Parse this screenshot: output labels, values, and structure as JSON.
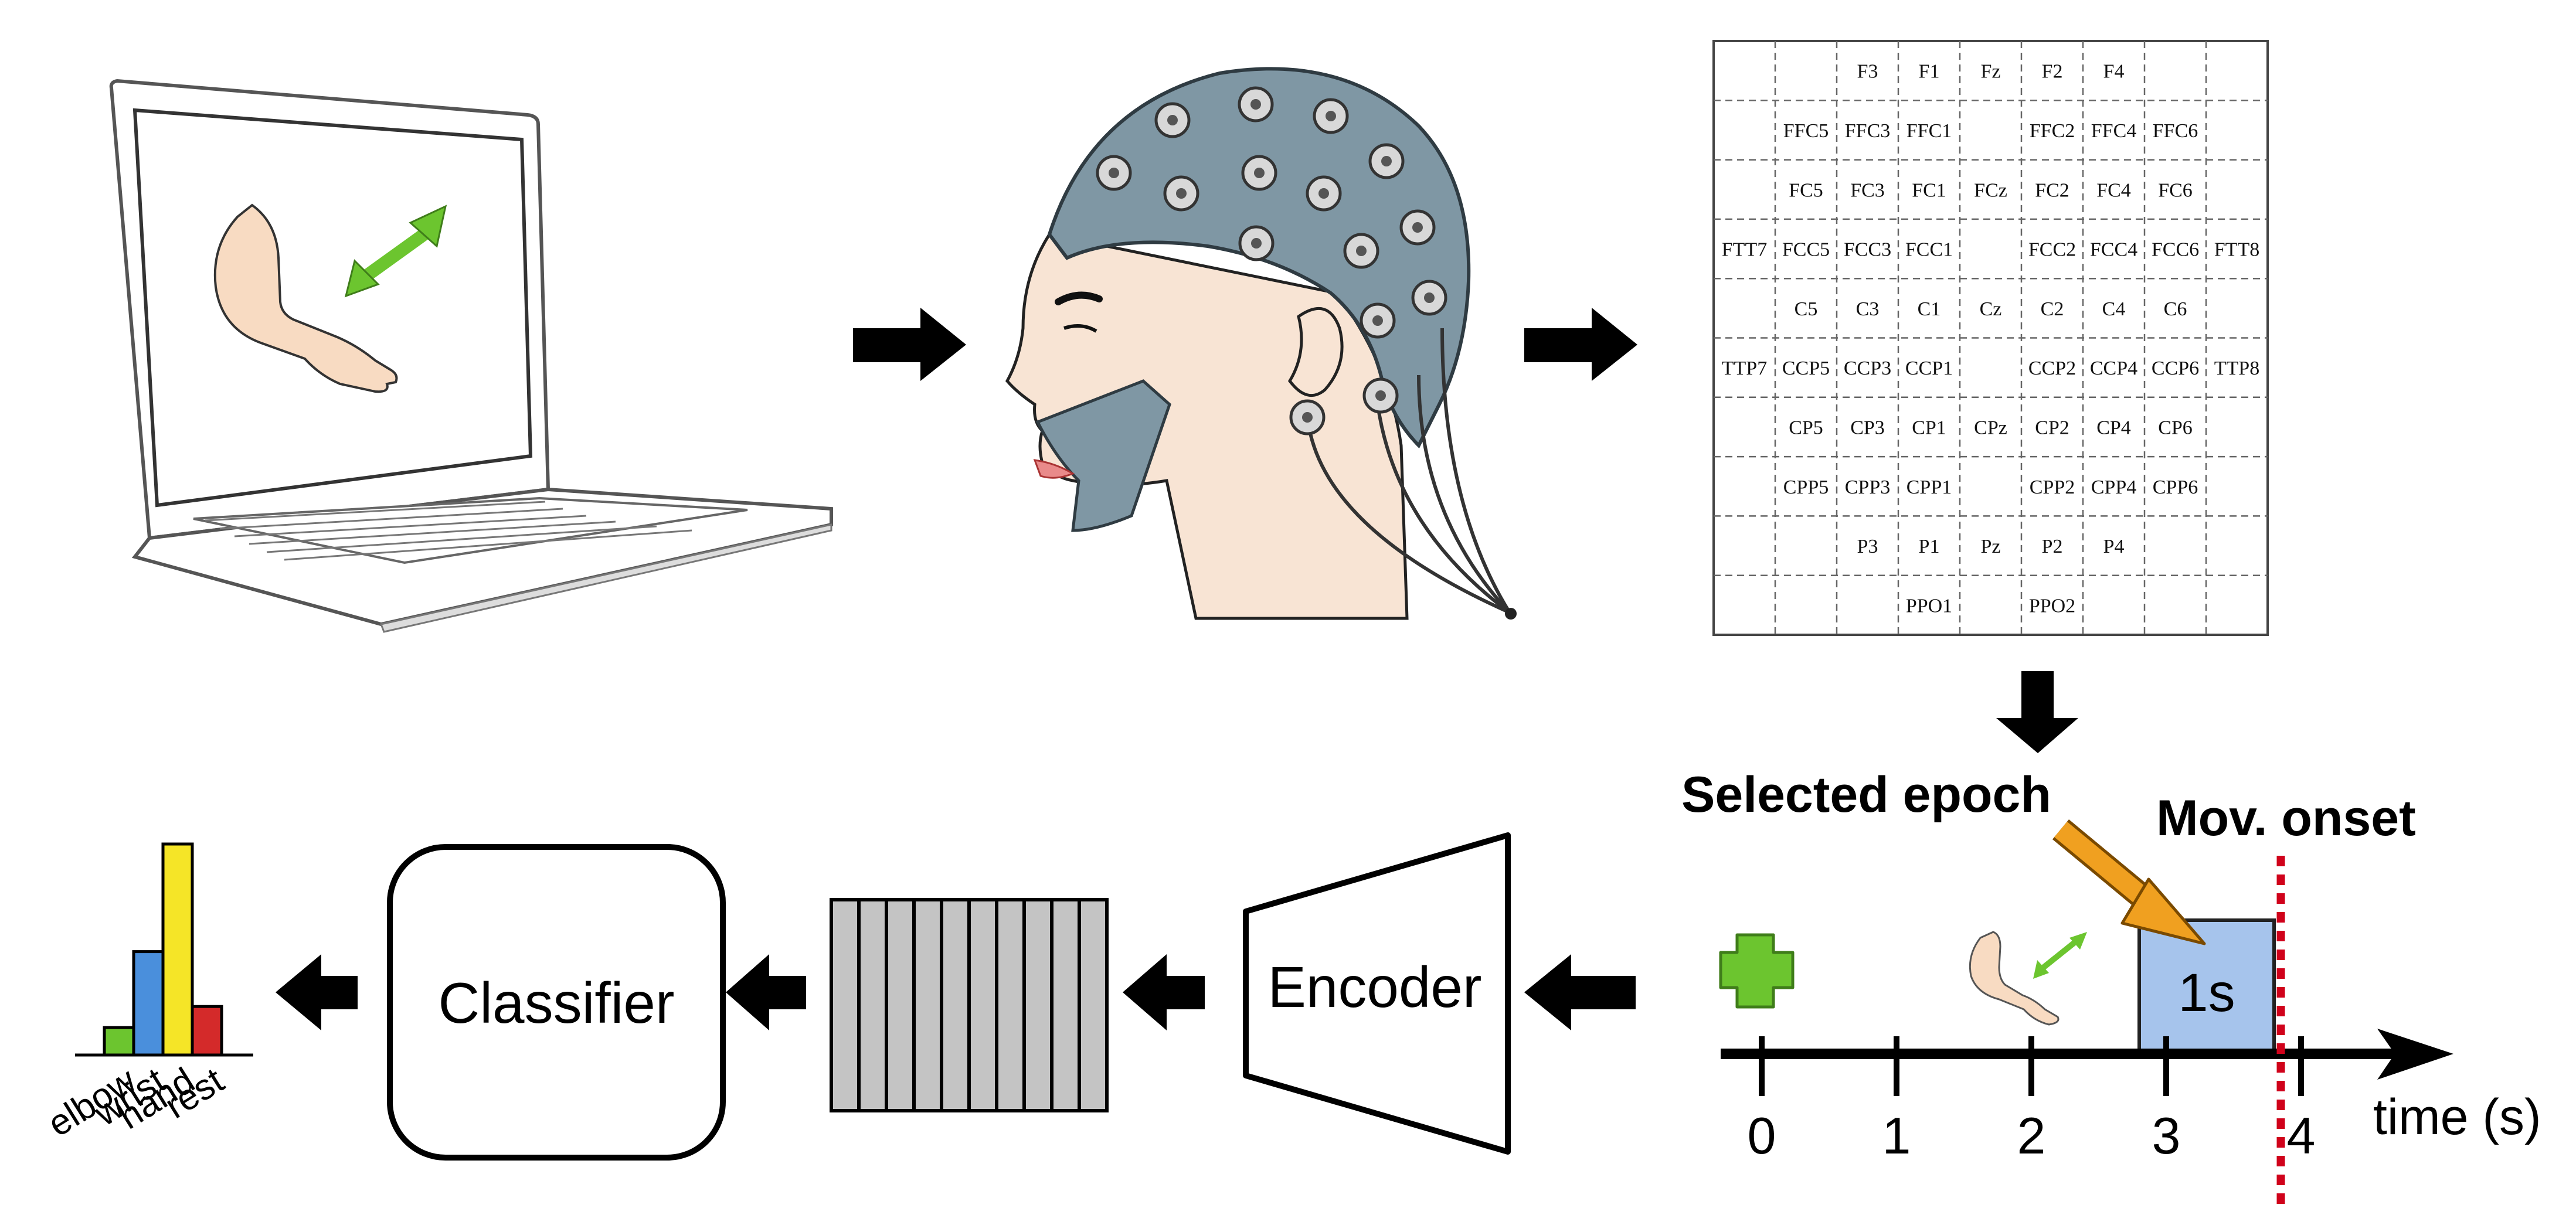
{
  "montage": {
    "rows": [
      [
        "",
        "",
        "F3",
        "F1",
        "Fz",
        "F2",
        "F4",
        "",
        ""
      ],
      [
        "",
        "FFC5",
        "FFC3",
        "FFC1",
        "",
        "FFC2",
        "FFC4",
        "FFC6",
        ""
      ],
      [
        "",
        "FC5",
        "FC3",
        "FC1",
        "FCz",
        "FC2",
        "FC4",
        "FC6",
        ""
      ],
      [
        "FTT7",
        "FCC5",
        "FCC3",
        "FCC1",
        "",
        "FCC2",
        "FCC4",
        "FCC6",
        "FTT8"
      ],
      [
        "",
        "C5",
        "C3",
        "C1",
        "Cz",
        "C2",
        "C4",
        "C6",
        ""
      ],
      [
        "TTP7",
        "CCP5",
        "CCP3",
        "CCP1",
        "",
        "CCP2",
        "CCP4",
        "CCP6",
        "TTP8"
      ],
      [
        "",
        "CP5",
        "CP3",
        "CP1",
        "CPz",
        "CP2",
        "CP4",
        "CP6",
        ""
      ],
      [
        "",
        "CPP5",
        "CPP3",
        "CPP1",
        "",
        "CPP2",
        "CPP4",
        "CPP6",
        ""
      ],
      [
        "",
        "",
        "P3",
        "P1",
        "Pz",
        "P2",
        "P4",
        "",
        ""
      ],
      [
        "",
        "",
        "",
        "PPO1",
        "",
        "PPO2",
        "",
        "",
        ""
      ]
    ]
  },
  "timeline": {
    "selected_epoch_label": "Selected epoch",
    "mov_onset_label": "Mov. onset",
    "epoch_box_label": "1s",
    "axis_label": "time (s)",
    "ticks": [
      "0",
      "1",
      "2",
      "3",
      "4"
    ],
    "epoch_start_s": 2.8,
    "epoch_end_s": 3.8,
    "mov_onset_s": 3.85
  },
  "encoder": {
    "label": "Encoder"
  },
  "feature_bars": {
    "count": 10
  },
  "classifier": {
    "label": "Classifier"
  },
  "class_histogram": {
    "categories": [
      "elbow",
      "wrist",
      "hand",
      "rest"
    ],
    "values": [
      0.13,
      0.49,
      1.0,
      0.23
    ],
    "colors": [
      "#6cc52f",
      "#4a8fdc",
      "#f5e527",
      "#d42a2a"
    ]
  },
  "colors": {
    "cap": "#7f97a4",
    "arrow": "#000000",
    "green": "#6cc52f",
    "orange": "#f0a020",
    "epoch_fill": "#a6c4ec",
    "onset_line": "#d0021b",
    "skin": "#f8dbc2"
  }
}
